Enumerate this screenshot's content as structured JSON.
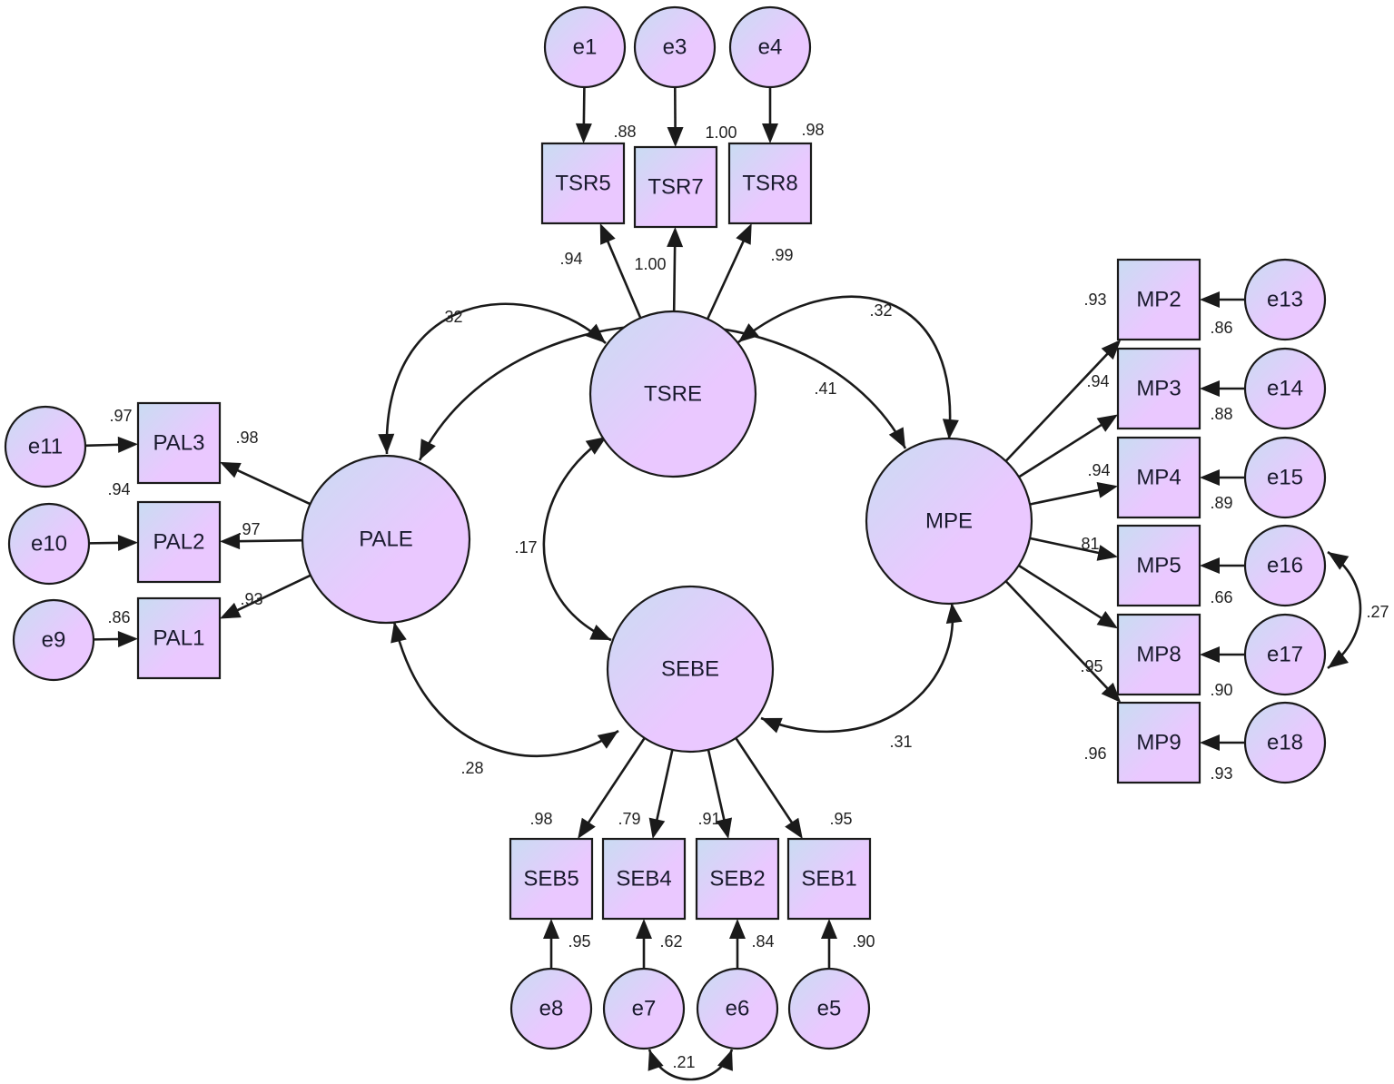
{
  "colors": {
    "node_fill_start": "#c9dcf2",
    "node_fill_end": "#eac8ff",
    "stroke": "#1a1a1a",
    "text": "#1a1a2e"
  },
  "latent": [
    {
      "id": "TSRE",
      "label": "TSRE"
    },
    {
      "id": "PALE",
      "label": "PALE"
    },
    {
      "id": "SEBE",
      "label": "SEBE"
    },
    {
      "id": "MPE",
      "label": "MPE"
    }
  ],
  "observed": [
    {
      "id": "TSR5",
      "label": "TSR5",
      "r2": ".88"
    },
    {
      "id": "TSR7",
      "label": "TSR7",
      "r2": "1.00"
    },
    {
      "id": "TSR8",
      "label": "TSR8",
      "r2": ".98"
    },
    {
      "id": "PAL3",
      "label": "PAL3",
      "r2": ".97"
    },
    {
      "id": "PAL2",
      "label": "PAL2",
      "r2": ".94"
    },
    {
      "id": "PAL1",
      "label": "PAL1",
      "r2": ".86"
    },
    {
      "id": "SEB5",
      "label": "SEB5",
      "r2": ".95"
    },
    {
      "id": "SEB4",
      "label": "SEB4",
      "r2": ".62"
    },
    {
      "id": "SEB2",
      "label": "SEB2",
      "r2": ".84"
    },
    {
      "id": "SEB1",
      "label": "SEB1",
      "r2": ".90"
    },
    {
      "id": "MP2",
      "label": "MP2",
      "r2": ".86"
    },
    {
      "id": "MP3",
      "label": "MP3",
      "r2": ".88"
    },
    {
      "id": "MP4",
      "label": "MP4",
      "r2": ".89"
    },
    {
      "id": "MP5",
      "label": "MP5",
      "r2": ".66"
    },
    {
      "id": "MP8",
      "label": "MP8",
      "r2": ".90"
    },
    {
      "id": "MP9",
      "label": "MP9",
      "r2": ".93"
    }
  ],
  "errors": [
    {
      "id": "e1",
      "label": "e1",
      "target": "TSR5"
    },
    {
      "id": "e3",
      "label": "e3",
      "target": "TSR7"
    },
    {
      "id": "e4",
      "label": "e4",
      "target": "TSR8"
    },
    {
      "id": "e11",
      "label": "e11",
      "target": "PAL3"
    },
    {
      "id": "e10",
      "label": "e10",
      "target": "PAL2"
    },
    {
      "id": "e9",
      "label": "e9",
      "target": "PAL1"
    },
    {
      "id": "e8",
      "label": "e8",
      "target": "SEB5"
    },
    {
      "id": "e7",
      "label": "e7",
      "target": "SEB4"
    },
    {
      "id": "e6",
      "label": "e6",
      "target": "SEB2"
    },
    {
      "id": "e5",
      "label": "e5",
      "target": "SEB1"
    },
    {
      "id": "e13",
      "label": "e13",
      "target": "MP2"
    },
    {
      "id": "e14",
      "label": "e14",
      "target": "MP3"
    },
    {
      "id": "e15",
      "label": "e15",
      "target": "MP4"
    },
    {
      "id": "e16",
      "label": "e16",
      "target": "MP5"
    },
    {
      "id": "e17",
      "label": "e17",
      "target": "MP8"
    },
    {
      "id": "e18",
      "label": "e18",
      "target": "MP9"
    }
  ],
  "loadings": [
    {
      "from": "TSRE",
      "to": "TSR5",
      "value": ".94"
    },
    {
      "from": "TSRE",
      "to": "TSR7",
      "value": "1.00"
    },
    {
      "from": "TSRE",
      "to": "TSR8",
      "value": ".99"
    },
    {
      "from": "PALE",
      "to": "PAL3",
      "value": ".98"
    },
    {
      "from": "PALE",
      "to": "PAL2",
      "value": ".97"
    },
    {
      "from": "PALE",
      "to": "PAL1",
      "value": ".93"
    },
    {
      "from": "SEBE",
      "to": "SEB5",
      "value": ".98"
    },
    {
      "from": "SEBE",
      "to": "SEB4",
      "value": ".79"
    },
    {
      "from": "SEBE",
      "to": "SEB2",
      "value": ".91"
    },
    {
      "from": "SEBE",
      "to": "SEB1",
      "value": ".95"
    },
    {
      "from": "MPE",
      "to": "MP2",
      "value": ".93"
    },
    {
      "from": "MPE",
      "to": "MP3",
      "value": ".94"
    },
    {
      "from": "MPE",
      "to": "MP4",
      "value": ".94"
    },
    {
      "from": "MPE",
      "to": "MP5",
      "value": ".81"
    },
    {
      "from": "MPE",
      "to": "MP8",
      "value": ".95"
    },
    {
      "from": "MPE",
      "to": "MP9",
      "value": ".96"
    }
  ],
  "covariances": [
    {
      "a": "PALE",
      "b": "TSRE",
      "value": ".32"
    },
    {
      "a": "TSRE",
      "b": "MPE",
      "value": ".32"
    },
    {
      "a": "PALE",
      "b": "MPE",
      "value": ".41"
    },
    {
      "a": "TSRE",
      "b": "SEBE",
      "value": ".17"
    },
    {
      "a": "PALE",
      "b": "SEBE",
      "value": ".28"
    },
    {
      "a": "SEBE",
      "b": "MPE",
      "value": ".31"
    },
    {
      "a": "e16",
      "b": "e17",
      "value": ".27"
    },
    {
      "a": "e7",
      "b": "e6",
      "value": ".21"
    }
  ]
}
